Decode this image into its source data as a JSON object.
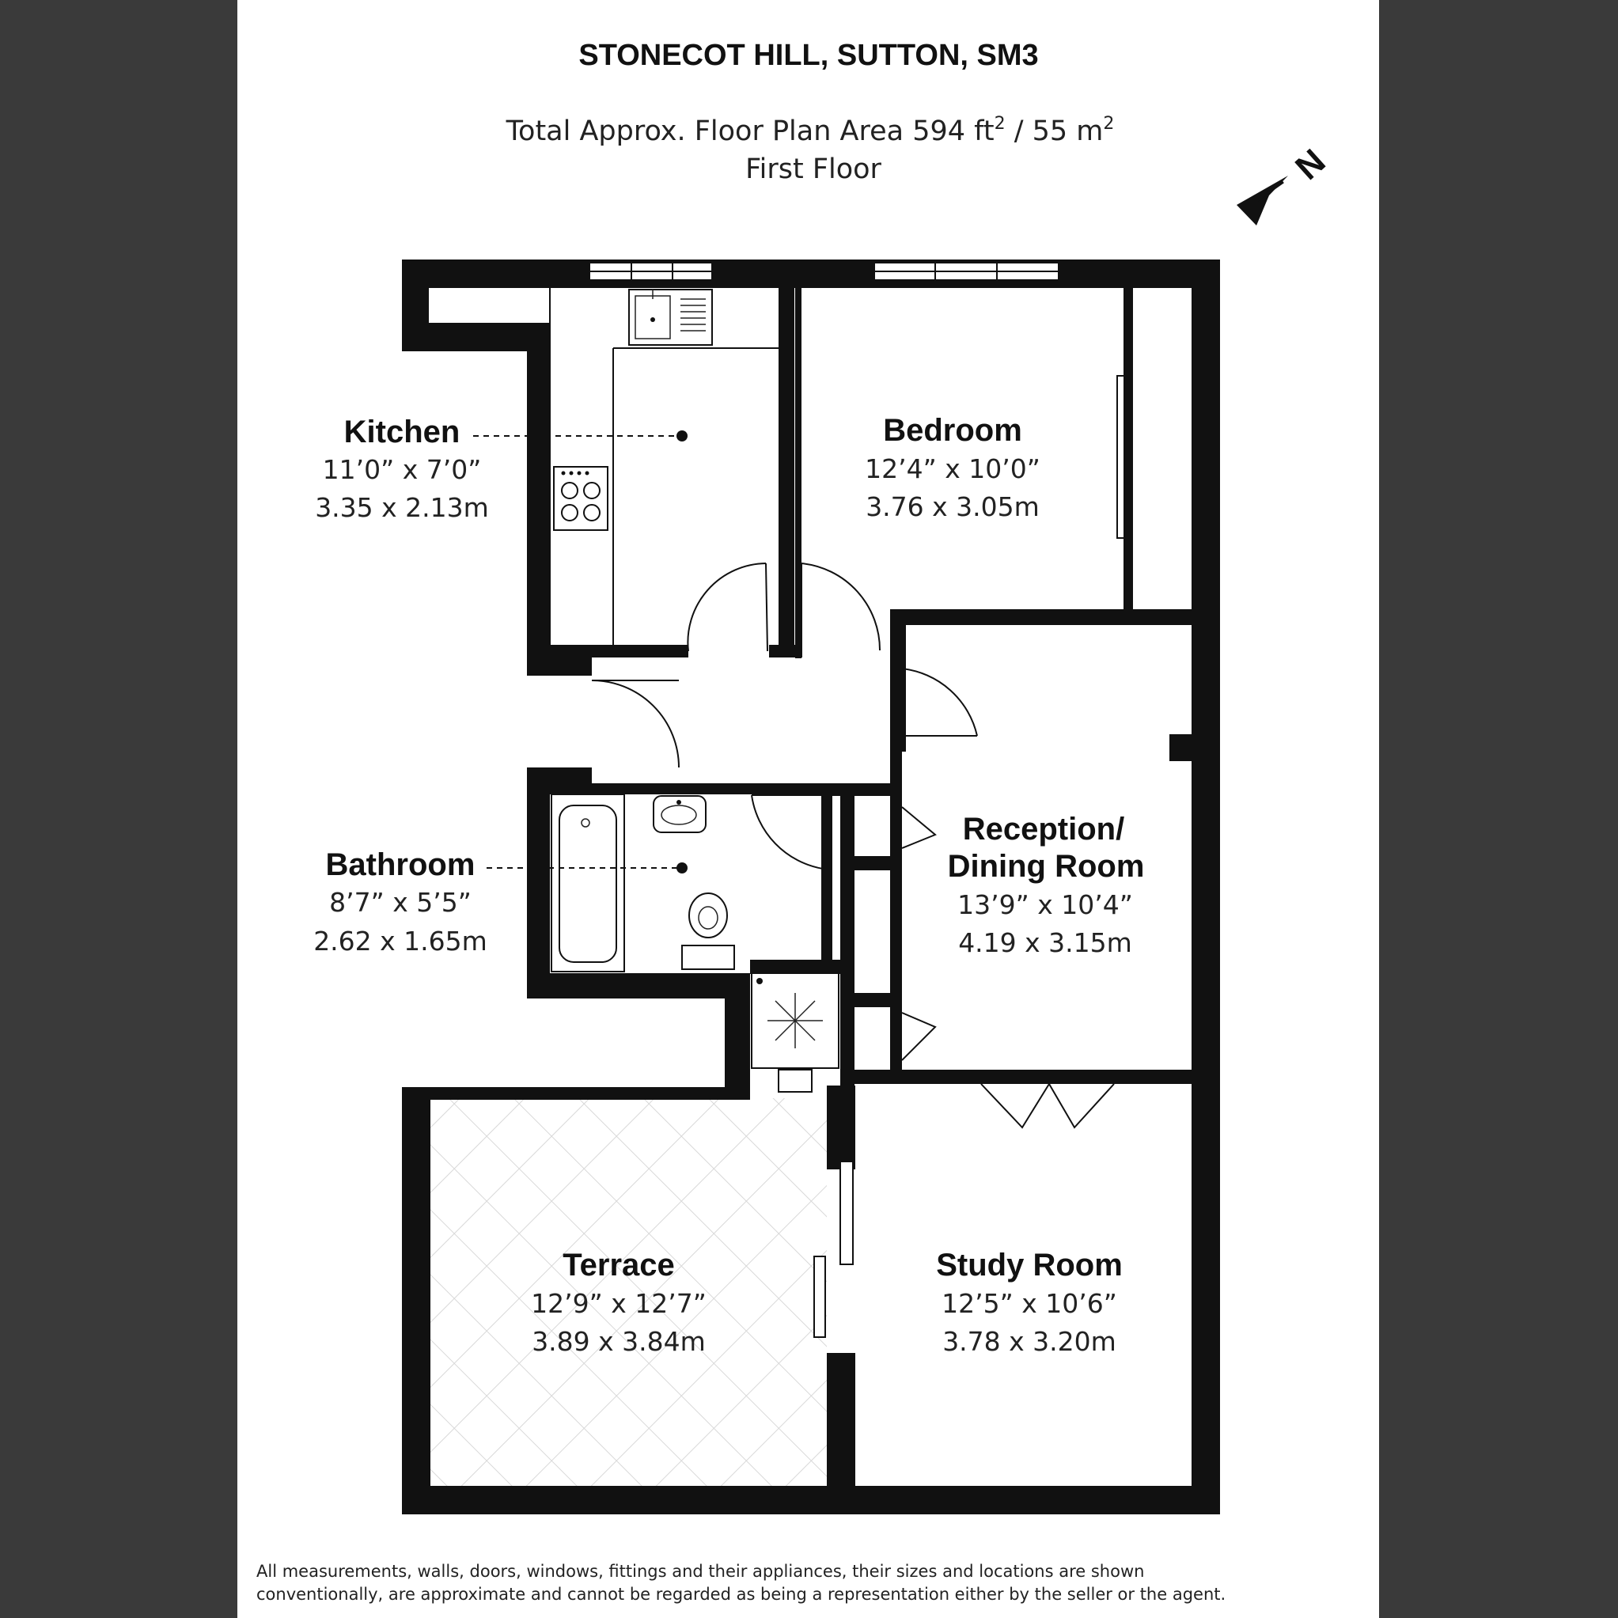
{
  "header": {
    "title": "STONECOT HILL, SUTTON, SM3",
    "area_prefix": "Total Approx. Floor Plan Area 594 ft",
    "area_sq1": "2",
    "area_mid": " / 55 m",
    "area_sq2": "2",
    "floor": "First Floor"
  },
  "compass": {
    "label": "N"
  },
  "rooms": {
    "kitchen": {
      "name": "Kitchen",
      "imperial": "11’0” x 7’0”",
      "metric": "3.35 x 2.13m"
    },
    "bedroom": {
      "name": "Bedroom",
      "imperial": "12’4” x 10’0”",
      "metric": "3.76 x 3.05m"
    },
    "bathroom": {
      "name": "Bathroom",
      "imperial": "8’7” x 5’5”",
      "metric": "2.62 x 1.65m"
    },
    "reception": {
      "name_line1": "Reception/",
      "name_line2": "Dining Room",
      "imperial": "13’9” x 10’4”",
      "metric": "4.19 x 3.15m"
    },
    "terrace": {
      "name": "Terrace",
      "imperial": "12’9” x 12’7”",
      "metric": "3.89 x 3.84m"
    },
    "study": {
      "name": "Study Room",
      "imperial": "12’5” x 10’6”",
      "metric": "3.78 x 3.20m"
    }
  },
  "disclaimer": {
    "line1": "All measurements, walls, doors, windows, fittings and their appliances, their sizes and locations are shown",
    "line2": "conventionally, are approximate and cannot be regarded as being a representation either by the seller or the agent."
  }
}
